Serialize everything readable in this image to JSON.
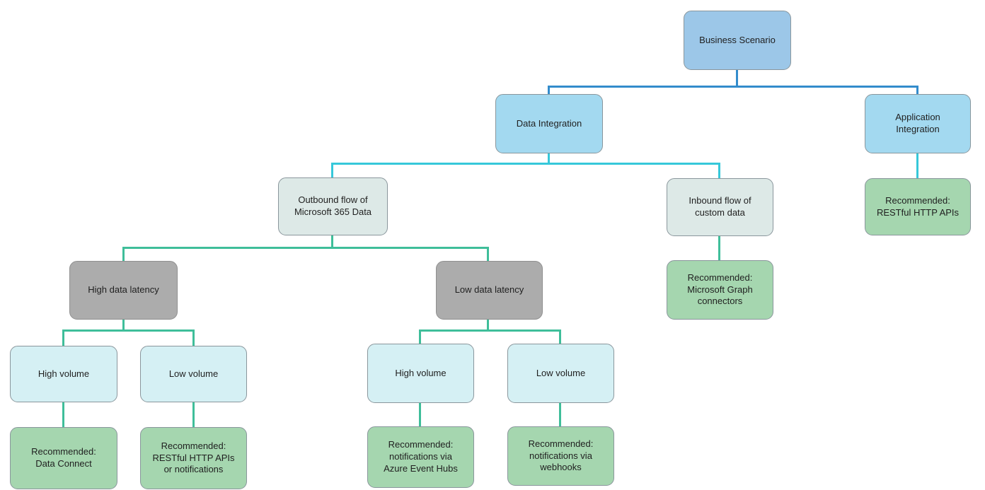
{
  "diagram": {
    "type": "decision-tree-flowchart",
    "nodes": [
      {
        "id": "business-scenario",
        "label": "Business Scenario",
        "kind": "root"
      },
      {
        "id": "data-integration",
        "label": "Data Integration",
        "kind": "branch"
      },
      {
        "id": "application-integration",
        "label": "Application\nIntegration",
        "kind": "branch"
      },
      {
        "id": "outbound-flow",
        "label": "Outbound flow of\nMicrosoft 365 Data",
        "kind": "condition"
      },
      {
        "id": "inbound-flow",
        "label": "Inbound flow of\ncustom data",
        "kind": "condition"
      },
      {
        "id": "rec-restful-http-apis",
        "label": "Recommended:\nRESTful HTTP APIs",
        "kind": "recommendation"
      },
      {
        "id": "high-data-latency",
        "label": "High data latency",
        "kind": "condition"
      },
      {
        "id": "low-data-latency",
        "label": "Low data latency",
        "kind": "condition"
      },
      {
        "id": "rec-graph-connectors",
        "label": "Recommended:\nMicrosoft Graph\nconnectors",
        "kind": "recommendation"
      },
      {
        "id": "high-volume-left",
        "label": "High volume",
        "kind": "condition"
      },
      {
        "id": "low-volume-left",
        "label": "Low volume",
        "kind": "condition"
      },
      {
        "id": "high-volume-right",
        "label": "High volume",
        "kind": "condition"
      },
      {
        "id": "low-volume-right",
        "label": "Low volume",
        "kind": "condition"
      },
      {
        "id": "rec-data-connect",
        "label": "Recommended:\nData Connect",
        "kind": "recommendation"
      },
      {
        "id": "rec-restful-or-notifications",
        "label": "Recommended:\nRESTful HTTP APIs\nor notifications",
        "kind": "recommendation"
      },
      {
        "id": "rec-azure-event-hubs",
        "label": "Recommended:\nnotifications via\nAzure Event Hubs",
        "kind": "recommendation"
      },
      {
        "id": "rec-webhooks",
        "label": "Recommended:\nnotifications via\nwebhooks",
        "kind": "recommendation"
      }
    ],
    "edges": [
      {
        "from": "business-scenario",
        "to": "data-integration",
        "color": "blue"
      },
      {
        "from": "business-scenario",
        "to": "application-integration",
        "color": "blue"
      },
      {
        "from": "data-integration",
        "to": "outbound-flow",
        "color": "cyan"
      },
      {
        "from": "data-integration",
        "to": "inbound-flow",
        "color": "cyan"
      },
      {
        "from": "application-integration",
        "to": "rec-restful-http-apis",
        "color": "cyan"
      },
      {
        "from": "outbound-flow",
        "to": "high-data-latency",
        "color": "green"
      },
      {
        "from": "outbound-flow",
        "to": "low-data-latency",
        "color": "green"
      },
      {
        "from": "inbound-flow",
        "to": "rec-graph-connectors",
        "color": "green"
      },
      {
        "from": "high-data-latency",
        "to": "high-volume-left",
        "color": "green"
      },
      {
        "from": "high-data-latency",
        "to": "low-volume-left",
        "color": "green"
      },
      {
        "from": "low-data-latency",
        "to": "high-volume-right",
        "color": "green"
      },
      {
        "from": "low-data-latency",
        "to": "low-volume-right",
        "color": "green"
      },
      {
        "from": "high-volume-left",
        "to": "rec-data-connect",
        "color": "green"
      },
      {
        "from": "low-volume-left",
        "to": "rec-restful-or-notifications",
        "color": "green"
      },
      {
        "from": "high-volume-right",
        "to": "rec-azure-event-hubs",
        "color": "green"
      },
      {
        "from": "low-volume-right",
        "to": "rec-webhooks",
        "color": "green"
      }
    ]
  },
  "palette": {
    "fill-root": "#9cc7e8",
    "fill-level2": "#a3d9f0",
    "fill-condition": "#dde9e7",
    "fill-latency": "#acacac",
    "fill-volume": "#d5f0f4",
    "fill-recommend": "#a5d6af",
    "node-border": "#8a969c",
    "latency-border": "#8f8f8f",
    "line-blue": "#338ccc",
    "line-cyan": "#36c8da",
    "line-green": "#3fbe9a",
    "text-color": "#1f1f1f"
  }
}
